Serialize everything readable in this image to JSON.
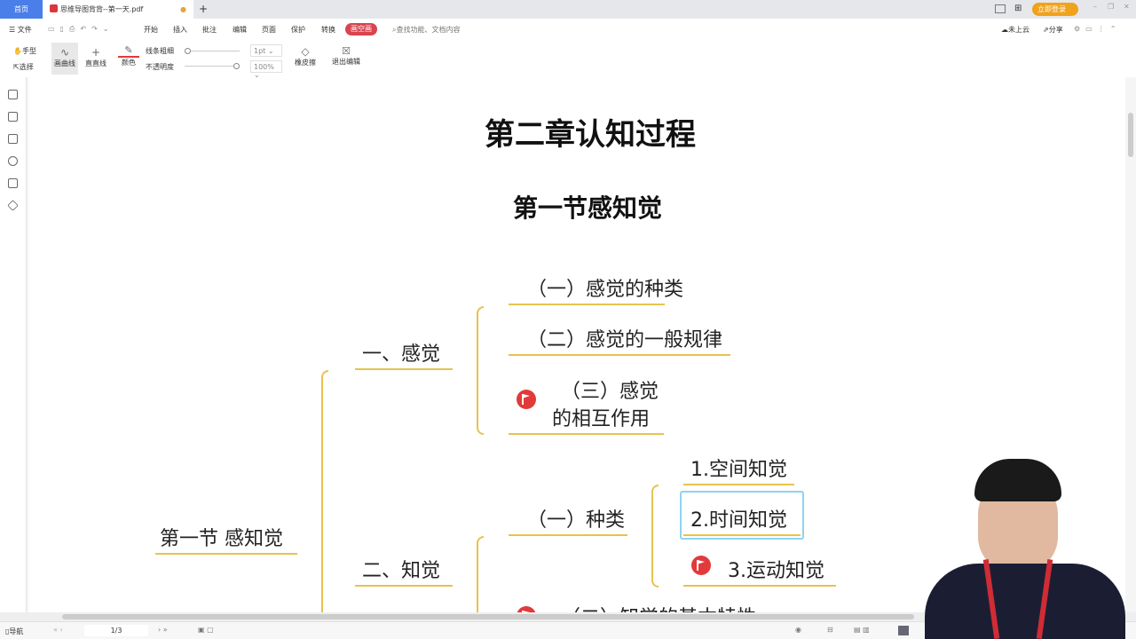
{
  "tabs": {
    "home": "首页",
    "doc": "思维导图背背--第一天.pdf",
    "new": "+"
  },
  "window": {
    "login": "立即登录"
  },
  "menu": {
    "file": "文件",
    "items": [
      "开始",
      "插入",
      "批注",
      "编辑",
      "页面",
      "保护",
      "转换"
    ],
    "special": "画空画",
    "search": "查找功能、文档内容",
    "cloud": "未上云",
    "share": "分享"
  },
  "toolbar": {
    "hand": "手型",
    "select": "选择",
    "curve": "画曲线",
    "line": "直直线",
    "color": "颜色",
    "thickness": "线条粗细",
    "opacity": "不透明度",
    "thickness_value": "1pt",
    "opacity_value": "100%",
    "eraser": "橡皮擦",
    "exit": "退出编辑"
  },
  "status": {
    "nav": "导航",
    "page": "1/3"
  },
  "mindmap": {
    "title": "第二章认知过程",
    "subtitle": "第一节感知觉",
    "root": "第一节 感知觉",
    "branch1": "一、感觉",
    "b1_items": [
      "（一）感觉的种类",
      "（二）感觉的一般规律",
      "（三）感觉",
      "的相互作用"
    ],
    "branch2": "二、知觉",
    "b2_kind": "（一）种类",
    "b2_kinds": [
      "1.空间知觉",
      "2.时间知觉",
      "3.运动知觉"
    ],
    "b2_next": "（二）知觉的基本特性"
  },
  "colors": {
    "accent": "#4a7ee8",
    "branch_line": "#e8c34d",
    "flag": "#e23a3a",
    "highlight_box": "#8fd3f0"
  }
}
